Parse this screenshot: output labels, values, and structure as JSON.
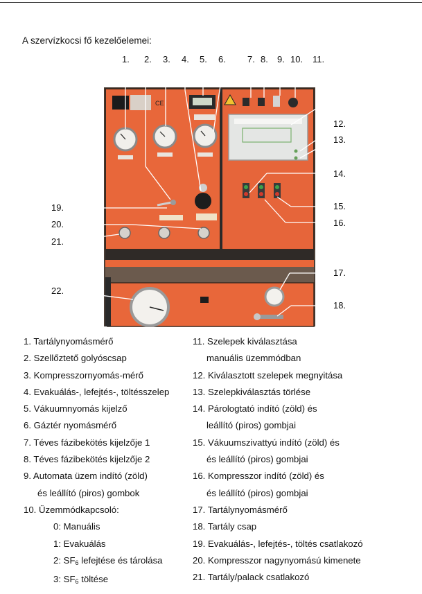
{
  "heading": "A szervízkocsi fő kezelőelemei:",
  "top_numbers": [
    "1.",
    "2.",
    "3.",
    "4.",
    "5.",
    "6.",
    "7.",
    "8.",
    "9.",
    "10.",
    "11."
  ],
  "right_callouts": [
    "12.",
    "13.",
    "14.",
    "15.",
    "16.",
    "17.",
    "18."
  ],
  "left_callouts": [
    "19.",
    "20.",
    "21.",
    "22."
  ],
  "colors": {
    "panel_orange": "#e8673a",
    "panel_dark": "#c84d25",
    "frame": "#2a2a2a"
  },
  "legend_left": [
    "1. Tartálynyomásmérő",
    "2. Szellőztető golyóscsap",
    "3. Kompresszornyomás-mérő",
    "4. Evakuálás-, lefejtés-, töltésszelep",
    "5. Vákuumnyomás kijelző",
    "6. Gáztér nyomásmérő",
    "7. Téves fázibekötés kijelzője 1",
    "8. Téves fázibekötés kijelzője 2",
    "9. Automata üzem indító (zöld)",
    "és leállító (piros) gombok",
    "10. Üzemmódkapcsoló:",
    "0: Manuális",
    "1: Evakuálás",
    "2: SF6 lefejtése és tárolása",
    "3: SF6 töltése"
  ],
  "legend_right": [
    "11. Szelepek kiválasztása",
    "manuális üzemmódban",
    "12. Kiválasztott szelepek megnyitása",
    "13. Szelepkiválasztás törlése",
    "14. Párologtató indító (zöld) és",
    "leállító (piros) gombjai",
    "15. Vákuumszivattyú indító (zöld) és",
    "és leállító (piros) gombjai",
    "16. Kompresszor indító (zöld) és",
    "és leállító (piros) gombjai",
    "17. Tartálynyomásmérő",
    "18. Tartály csap",
    "19. Evakuálás-, lefejtés-, töltés csatlakozó",
    "20. Kompresszor nagynyomású kimenete",
    "21. Tartály/palack csatlakozó"
  ]
}
